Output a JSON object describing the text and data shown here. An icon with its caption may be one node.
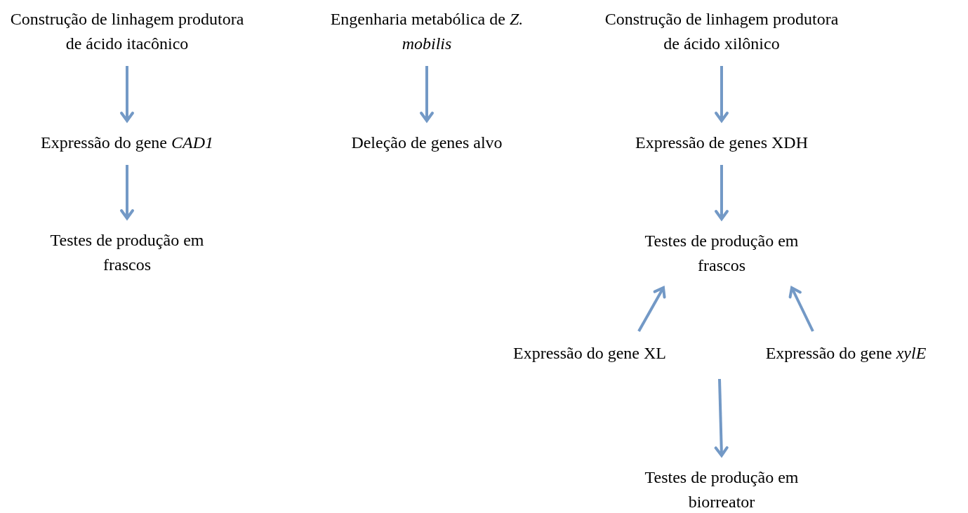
{
  "diagram": {
    "nodes": [
      {
        "text": [
          "Construção de linhagem produtora de ácido itacônico"
        ]
      },
      {
        "text": [
          "Expressão do gene *CAD1*"
        ]
      },
      {
        "text": [
          "Testes de produção em frascos"
        ]
      },
      {
        "text": [
          "Engenharia metabólica de *Z. mobilis*"
        ]
      },
      {
        "text": [
          "Deleção de genes alvo"
        ]
      },
      {
        "text": [
          "Construção de linhagem produtora de ácido xilônico"
        ]
      },
      {
        "text": [
          "Expressão de genes XDH"
        ]
      },
      {
        "text": [
          "Testes de produção em frascos"
        ]
      },
      {
        "text": [
          "Expressão do gene XL"
        ]
      },
      {
        "text": [
          "Expressão do gene *xylE*"
        ]
      },
      {
        "text": [
          "Testes de produção em biorreator"
        ]
      }
    ],
    "edges": [
      {
        "from": 0,
        "to": 1,
        "arrow": "to"
      },
      {
        "from": 1,
        "to": 2,
        "arrow": "to"
      },
      {
        "from": 3,
        "to": 4,
        "arrow": "to"
      },
      {
        "from": 5,
        "to": 6,
        "arrow": "to"
      },
      {
        "from": 6,
        "to": 7,
        "arrow": "to"
      },
      {
        "from": 8,
        "to": 7,
        "arrow": "to"
      },
      {
        "from": 9,
        "to": 7,
        "arrow": "to"
      },
      {
        "from": null,
        "to": 10,
        "arrow": "to"
      }
    ]
  }
}
